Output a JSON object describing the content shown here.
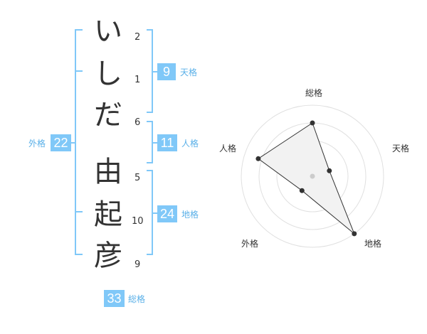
{
  "name": {
    "characters": [
      {
        "char": "い",
        "strokes": "2"
      },
      {
        "char": "し",
        "strokes": "1"
      },
      {
        "char": "だ",
        "strokes": "6"
      },
      {
        "char": "由",
        "strokes": "5"
      },
      {
        "char": "起",
        "strokes": "10"
      },
      {
        "char": "彦",
        "strokes": "9"
      }
    ]
  },
  "kakusuu": {
    "tenkaku": {
      "value": "9",
      "label": "天格"
    },
    "jinkaku": {
      "value": "11",
      "label": "人格"
    },
    "chikaku": {
      "value": "24",
      "label": "地格"
    },
    "gaikaku": {
      "value": "22",
      "label": "外格"
    },
    "soukaku": {
      "value": "33",
      "label": "総格"
    }
  },
  "radar": {
    "axes": [
      "総格",
      "天格",
      "地格",
      "外格",
      "人格"
    ],
    "values": [
      0.75,
      0.25,
      1.0,
      0.25,
      0.8
    ],
    "line_color": "#333333",
    "fill_color": "#f2f2f2"
  },
  "colors": {
    "accent": "#80c8f8",
    "accent_text": "#5ab0e8"
  }
}
